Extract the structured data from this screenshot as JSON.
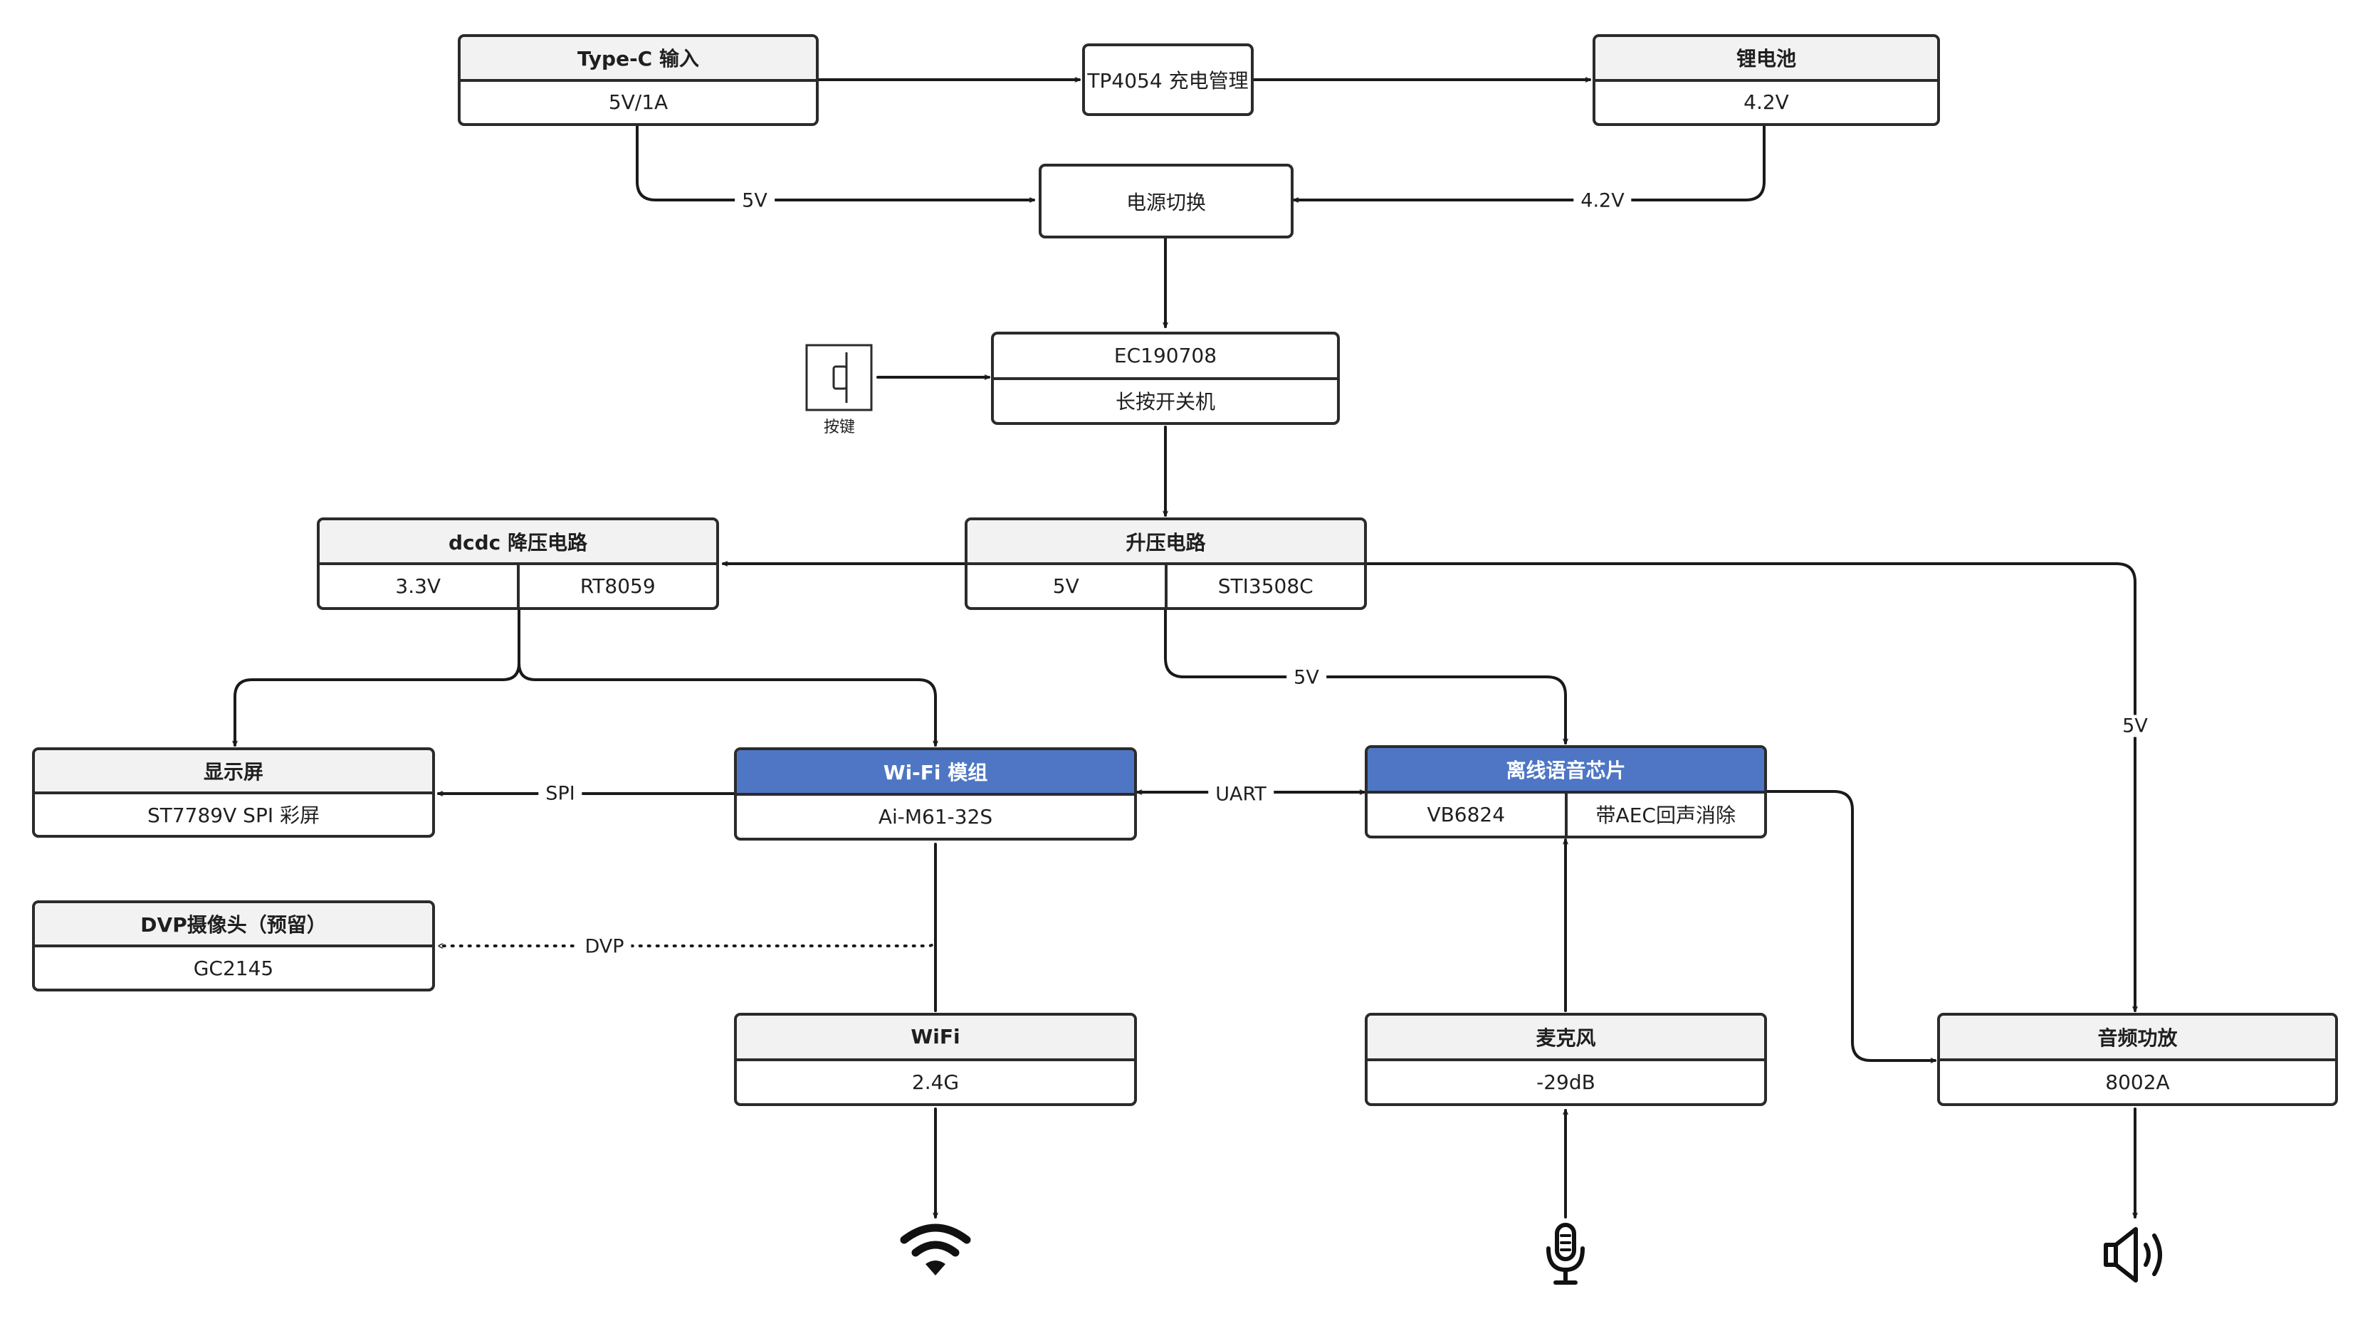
{
  "blocks": {
    "typec": {
      "title": "Type-C 输入",
      "cells": [
        "5V/1A"
      ]
    },
    "tp4054": {
      "label": "TP4054 充电管理"
    },
    "battery": {
      "title": "锂电池",
      "cells": [
        "4.2V"
      ]
    },
    "power_switch": {
      "label": "电源切换"
    },
    "ec": {
      "cells_top": "EC190708",
      "cells_bottom": "长按开关机"
    },
    "buck": {
      "title": "dcdc 降压电路",
      "cells": [
        "3.3V",
        "RT8059"
      ]
    },
    "boost": {
      "title": "升压电路",
      "cells": [
        "5V",
        "STI3508C"
      ]
    },
    "display": {
      "title": "显示屏",
      "cells": [
        "ST7789V SPI 彩屏"
      ]
    },
    "wifi_module": {
      "title": "Wi-Fi 模组",
      "cells": [
        "Ai-M61-32S"
      ]
    },
    "voice_chip": {
      "title": "离线语音芯片",
      "cells": [
        "VB6824",
        "带AEC回声消除"
      ]
    },
    "camera": {
      "title": "DVP摄像头（预留）",
      "cells": [
        "GC2145"
      ]
    },
    "wifi": {
      "title": "WiFi",
      "cells": [
        "2.4G"
      ]
    },
    "mic": {
      "title": "麦克风",
      "cells": [
        "-29dB"
      ]
    },
    "amp": {
      "title": "音频功放",
      "cells": [
        "8002A"
      ]
    }
  },
  "button": {
    "label": "按键"
  },
  "edges": {
    "typec_to_switch": "5V",
    "battery_to_switch": "4.2V",
    "boost_to_voice": "5V",
    "boost_to_amp": "5V",
    "spi": "SPI",
    "uart": "UART",
    "dvp": "DVP"
  },
  "icons": [
    "wifi-icon",
    "microphone-icon",
    "speaker-icon"
  ],
  "colors": {
    "accent": "#4e76c4",
    "stroke": "#2b2b2b",
    "header_bg": "#f2f2f2"
  }
}
